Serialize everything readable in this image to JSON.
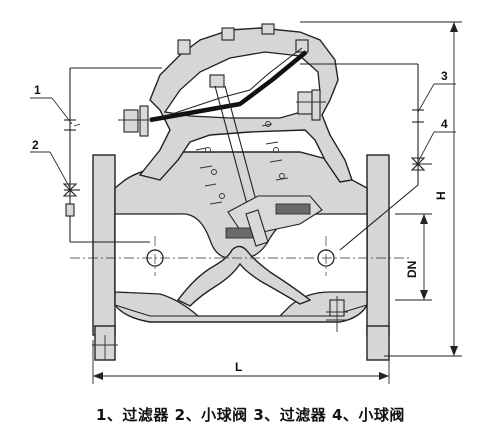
{
  "callouts": [
    {
      "id": "c1",
      "text": "1"
    },
    {
      "id": "c2",
      "text": "2"
    },
    {
      "id": "c3",
      "text": "3"
    },
    {
      "id": "c4",
      "text": "4"
    }
  ],
  "dimensions": {
    "length": "L",
    "height": "H",
    "nominal_diameter": "DN"
  },
  "caption": "1、过滤器 2、小球阀 3、过滤器 4、小球阀"
}
